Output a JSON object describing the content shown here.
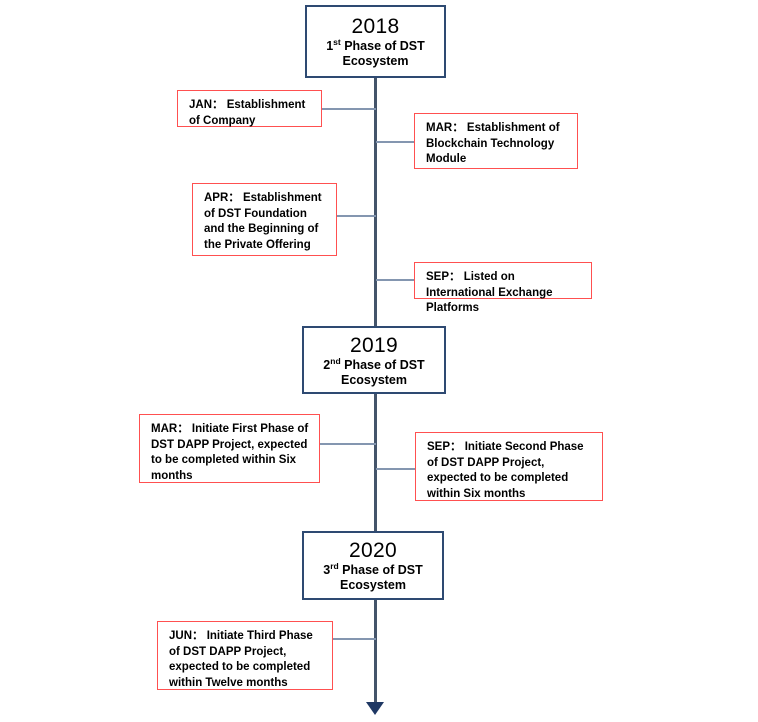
{
  "diagram": {
    "title": "DST Ecosystem Roadmap Timeline",
    "colors": {
      "spine": "#44546a",
      "arrowhead": "#1f3864",
      "year_box_border": "#2e4a72",
      "milestone_box_border": "#ff5050",
      "connector": "#8496b0",
      "background": "#ffffff",
      "text": "#000000"
    },
    "years": [
      {
        "id": "2018",
        "year": "2018",
        "ordinal_number": "1",
        "ordinal_suffix": "st",
        "phase_line1": "Phase of DST",
        "phase_line2": "Ecosystem"
      },
      {
        "id": "2019",
        "year": "2019",
        "ordinal_number": "2",
        "ordinal_suffix": "nd",
        "phase_line1": "Phase of DST",
        "phase_line2": "Ecosystem"
      },
      {
        "id": "2020",
        "year": "2020",
        "ordinal_number": "3",
        "ordinal_suffix": "rd",
        "phase_line1": "Phase of DST",
        "phase_line2": "Ecosystem"
      }
    ],
    "milestones": [
      {
        "id": "jan-2018",
        "side": "left",
        "month": "JAN：",
        "text": " Establishment of Company"
      },
      {
        "id": "mar-2018",
        "side": "right",
        "month": "MAR：",
        "text": " Establishment of Blockchain Technology Module"
      },
      {
        "id": "apr-2018",
        "side": "left",
        "month": "APR：",
        "text": " Establishment of DST Foundation and the Beginning of the Private Offering"
      },
      {
        "id": "sep-2018",
        "side": "right",
        "month": "SEP：",
        "text": " Listed on International Exchange Platforms"
      },
      {
        "id": "mar-2019",
        "side": "left",
        "month": "MAR：",
        "text": " Initiate First Phase of DST DAPP Project, expected to be completed within Six months"
      },
      {
        "id": "sep-2019",
        "side": "right",
        "month": "SEP：",
        "text": " Initiate Second Phase of DST DAPP Project, expected to be completed within Six months"
      },
      {
        "id": "jun-2020",
        "side": "left",
        "month": "JUN：",
        "text": " Initiate Third Phase of DST DAPP Project, expected to be completed within Twelve months"
      }
    ]
  }
}
